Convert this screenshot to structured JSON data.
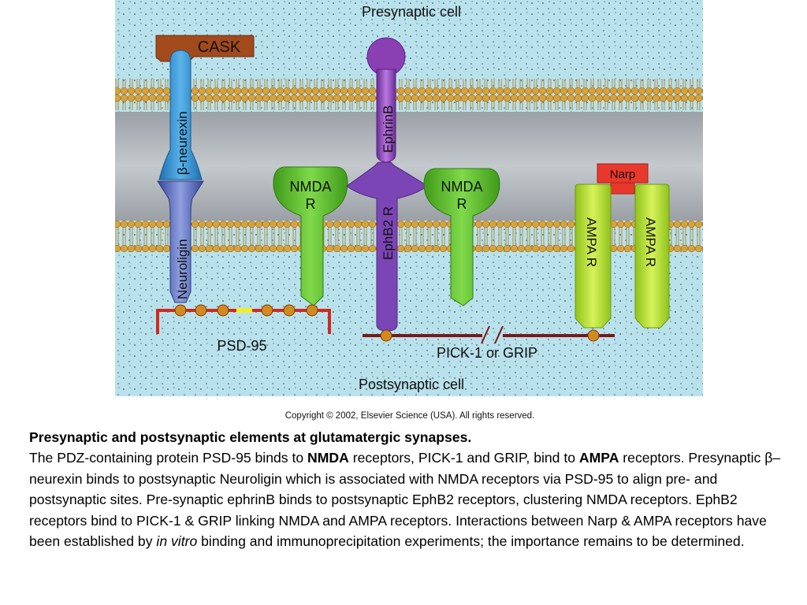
{
  "figure": {
    "presynaptic_label": "Presynaptic cell",
    "postsynaptic_label": "Postsynaptic cell",
    "copyright": "Copyright © 2002, Elsevier Science (USA). All rights reserved.",
    "proteins": {
      "cask": "CASK",
      "neurexin": "β-neurexin",
      "neuroligin": "Neuroligin",
      "nmda_1": "NMDA",
      "nmda_1_r": "R",
      "ephrinb": "EphrinB",
      "ephb2": "EphB2 R",
      "nmda_2": "NMDA",
      "nmda_2_r": "R",
      "narp": "Narp",
      "ampa_1": "AMPA R",
      "ampa_2": "AMPA R"
    },
    "scaffolds": {
      "psd95": "PSD-95",
      "pick1": "PICK-1 or GRIP"
    },
    "colors": {
      "background": "#b9e1ec",
      "membrane_core": "#aab0b6",
      "lipid_head": "#d8a23a",
      "cask": "#a24a1c",
      "neurexin": "#2a8fd0",
      "neuroligin": "#4d63b8",
      "nmda": "#5cbb2c",
      "ephrin": "#8a3fb3",
      "ephb2": "#7b45b5",
      "narp": "#e8382c",
      "ampa": "#aedd2a",
      "psd95": "#cf2a1e",
      "pick1": "#7a1818"
    }
  },
  "caption": {
    "title": "Presynaptic and postsynaptic elements at glutamatergic synapses.",
    "s1_pre": "The PDZ-containing protein PSD-95 binds to ",
    "s1_bold1": "NMDA",
    "s1_mid": " receptors, PICK-1 and GRIP, bind to ",
    "s1_bold2": "AMPA",
    "s1_post": " receptors. Presynaptic β–neurexin binds to postsynaptic Neuroligin which is associated with NMDA receptors via PSD-95 to align pre- and postsynaptic sites. Pre-synaptic ephrinB binds to postsynaptic EphB2 receptors, clustering NMDA receptors. EphB2 receptors bind to PICK-1 & GRIP linking NMDA and AMPA receptors. Interactions between Narp & AMPA receptors have been established by ",
    "s1_italic": "in vitro",
    "s1_end": " binding and immunoprecipitation experiments; the importance remains to be determined."
  }
}
